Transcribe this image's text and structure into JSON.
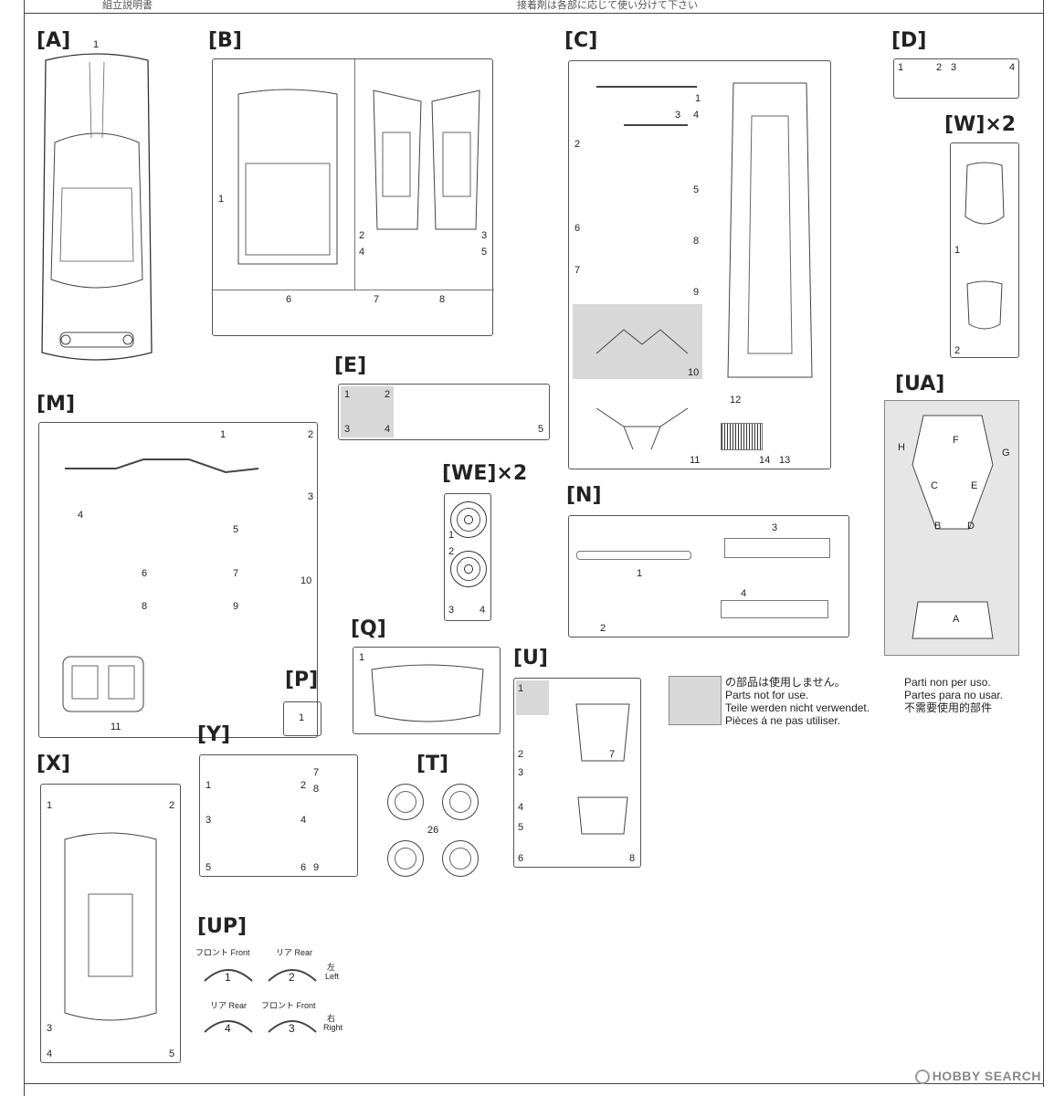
{
  "header": {
    "left_fragment": "組立説明書",
    "right_fragment": "接着剤は各部に応じて使い分けて下さい"
  },
  "sprues": {
    "A": {
      "label": "[A]",
      "numbers": [
        "1"
      ]
    },
    "B": {
      "label": "[B]",
      "numbers": [
        "1",
        "2",
        "3",
        "4",
        "5",
        "6",
        "7",
        "8"
      ]
    },
    "C": {
      "label": "[C]",
      "numbers": [
        "1",
        "2",
        "3",
        "4",
        "5",
        "6",
        "7",
        "8",
        "9",
        "10",
        "11",
        "12",
        "13",
        "14"
      ]
    },
    "D": {
      "label": "[D]",
      "numbers": [
        "1",
        "2",
        "3",
        "4"
      ]
    },
    "W": {
      "label": "[W]×2",
      "numbers": [
        "1",
        "2"
      ]
    },
    "UA": {
      "label": "[UA]",
      "letters": [
        "F",
        "H",
        "G",
        "C",
        "E",
        "B",
        "D",
        "A"
      ]
    },
    "E": {
      "label": "[E]",
      "numbers": [
        "1",
        "2",
        "3",
        "4",
        "5"
      ]
    },
    "WE": {
      "label": "[WE]×2",
      "numbers": [
        "1",
        "2",
        "3",
        "4"
      ]
    },
    "N": {
      "label": "[N]",
      "numbers": [
        "1",
        "2",
        "3",
        "4"
      ]
    },
    "M": {
      "label": "[M]",
      "numbers": [
        "1",
        "2",
        "3",
        "4",
        "5",
        "6",
        "7",
        "8",
        "9",
        "10",
        "11"
      ]
    },
    "Q": {
      "label": "[Q]",
      "numbers": [
        "1"
      ]
    },
    "P": {
      "label": "[P]",
      "numbers": [
        "1"
      ]
    },
    "U": {
      "label": "[U]",
      "numbers": [
        "1",
        "2",
        "3",
        "4",
        "5",
        "6",
        "7",
        "8"
      ]
    },
    "X": {
      "label": "[X]",
      "numbers": [
        "1",
        "2",
        "3",
        "4",
        "5"
      ]
    },
    "Y": {
      "label": "[Y]",
      "numbers": [
        "1",
        "2",
        "3",
        "4",
        "5",
        "6",
        "7",
        "8",
        "9"
      ]
    },
    "T": {
      "label": "[T]",
      "numbers": [
        "26"
      ]
    },
    "UP": {
      "label": "[UP]",
      "parts": [
        {
          "name": "フロント Front",
          "num": "1"
        },
        {
          "name": "リア Rear",
          "num": "2",
          "side_jp": "左",
          "side_en": "Left"
        },
        {
          "name": "リア Rear",
          "num": "4"
        },
        {
          "name": "フロント Front",
          "num": "3",
          "side_jp": "右",
          "side_en": "Right"
        }
      ]
    }
  },
  "legend": {
    "col1": [
      "の部品は使用しません。",
      "Parts not for use.",
      "Teile werden nicht verwendet.",
      "Pièces á ne pas utiliser."
    ],
    "col2": [
      "Parti non per uso.",
      "Partes para no usar.",
      "不需要使用的部件"
    ]
  },
  "watermark": "HOBBY SEARCH",
  "colors": {
    "unused_parts": "#d8d8d8",
    "lines": "#555555"
  }
}
